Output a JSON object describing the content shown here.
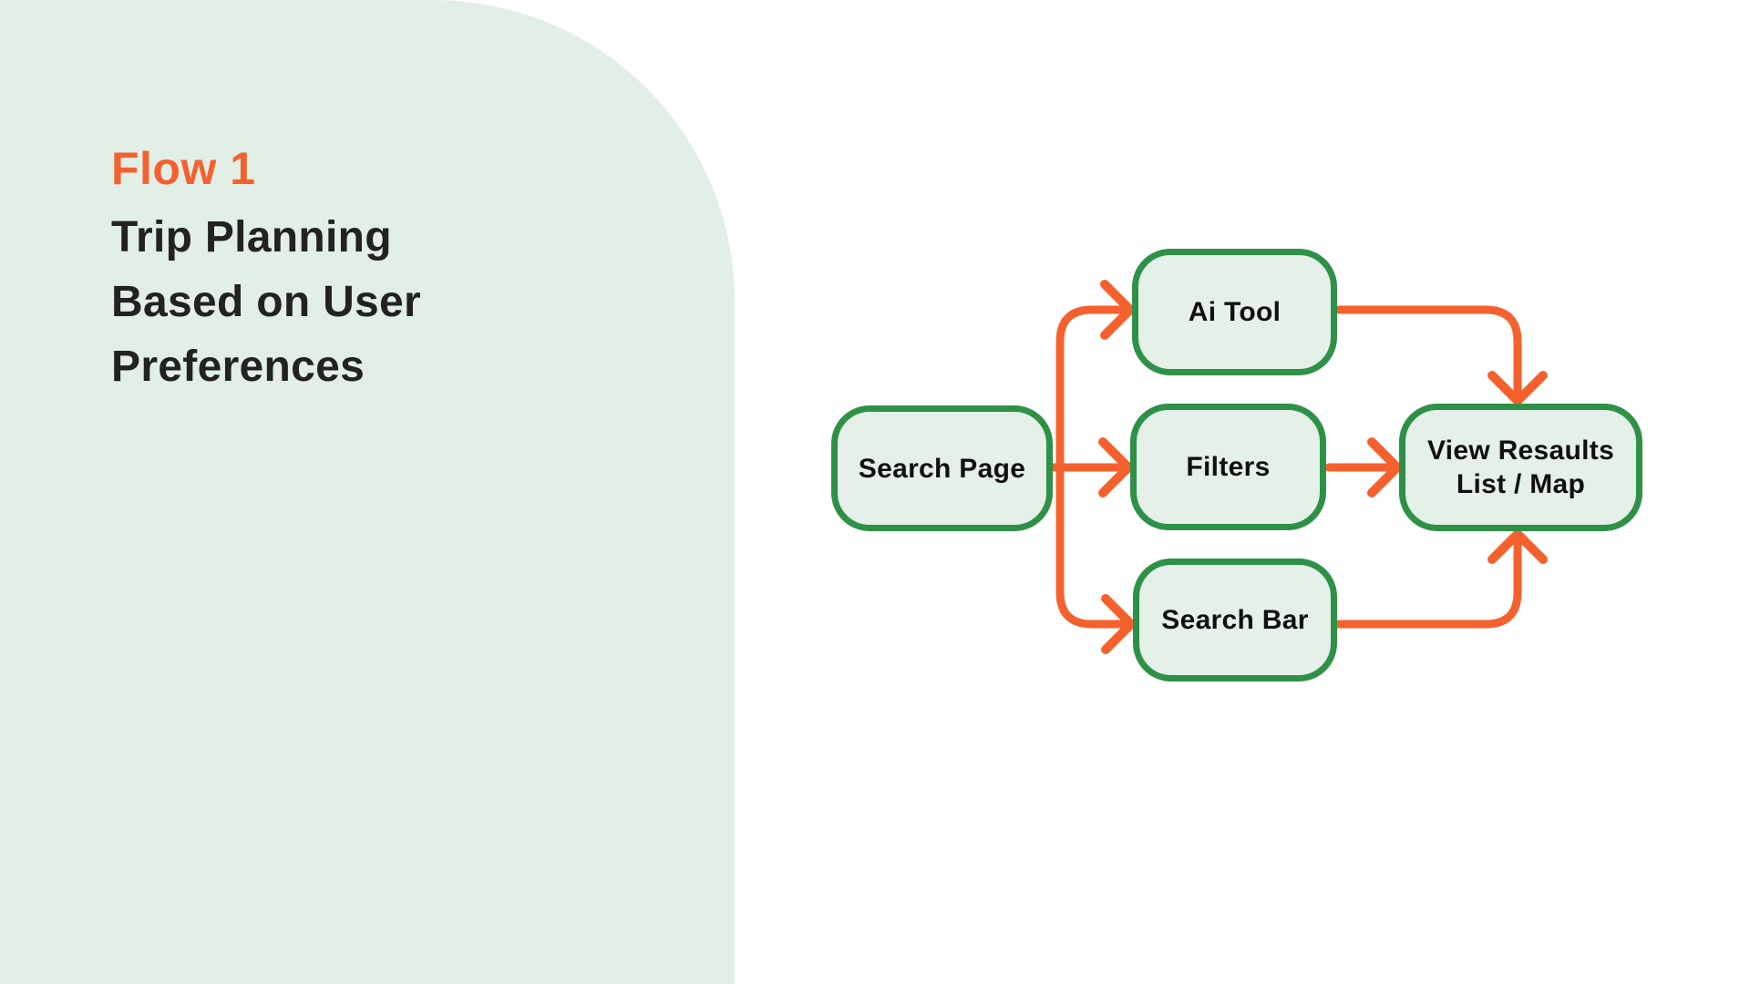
{
  "colors": {
    "background": "#FFFFFF",
    "panel_mint": "#E2EFE7",
    "accent_orange": "#F5612E",
    "node_border_green": "#2E9147",
    "node_fill_mint": "#E4F0E8",
    "heading_dark": "#222221",
    "node_text": "#101010"
  },
  "panel": {
    "flow_label": "Flow 1",
    "title": "Trip Planning\nBased on User\nPreferences"
  },
  "diagram": {
    "nodes": [
      {
        "id": "search-page",
        "label": "Search Page"
      },
      {
        "id": "ai-tool",
        "label": "Ai Tool"
      },
      {
        "id": "filters",
        "label": "Filters"
      },
      {
        "id": "search-bar",
        "label": "Search Bar"
      },
      {
        "id": "view-results",
        "label": "View Resaults\nList / Map"
      }
    ],
    "edges": [
      {
        "from": "Search Page",
        "to": "Ai Tool"
      },
      {
        "from": "Search Page",
        "to": "Filters"
      },
      {
        "from": "Search Page",
        "to": "Search Bar"
      },
      {
        "from": "Ai Tool",
        "to": "View Resaults List / Map"
      },
      {
        "from": "Filters",
        "to": "View Resaults List / Map"
      },
      {
        "from": "Search Bar",
        "to": "View Resaults List / Map"
      }
    ]
  }
}
